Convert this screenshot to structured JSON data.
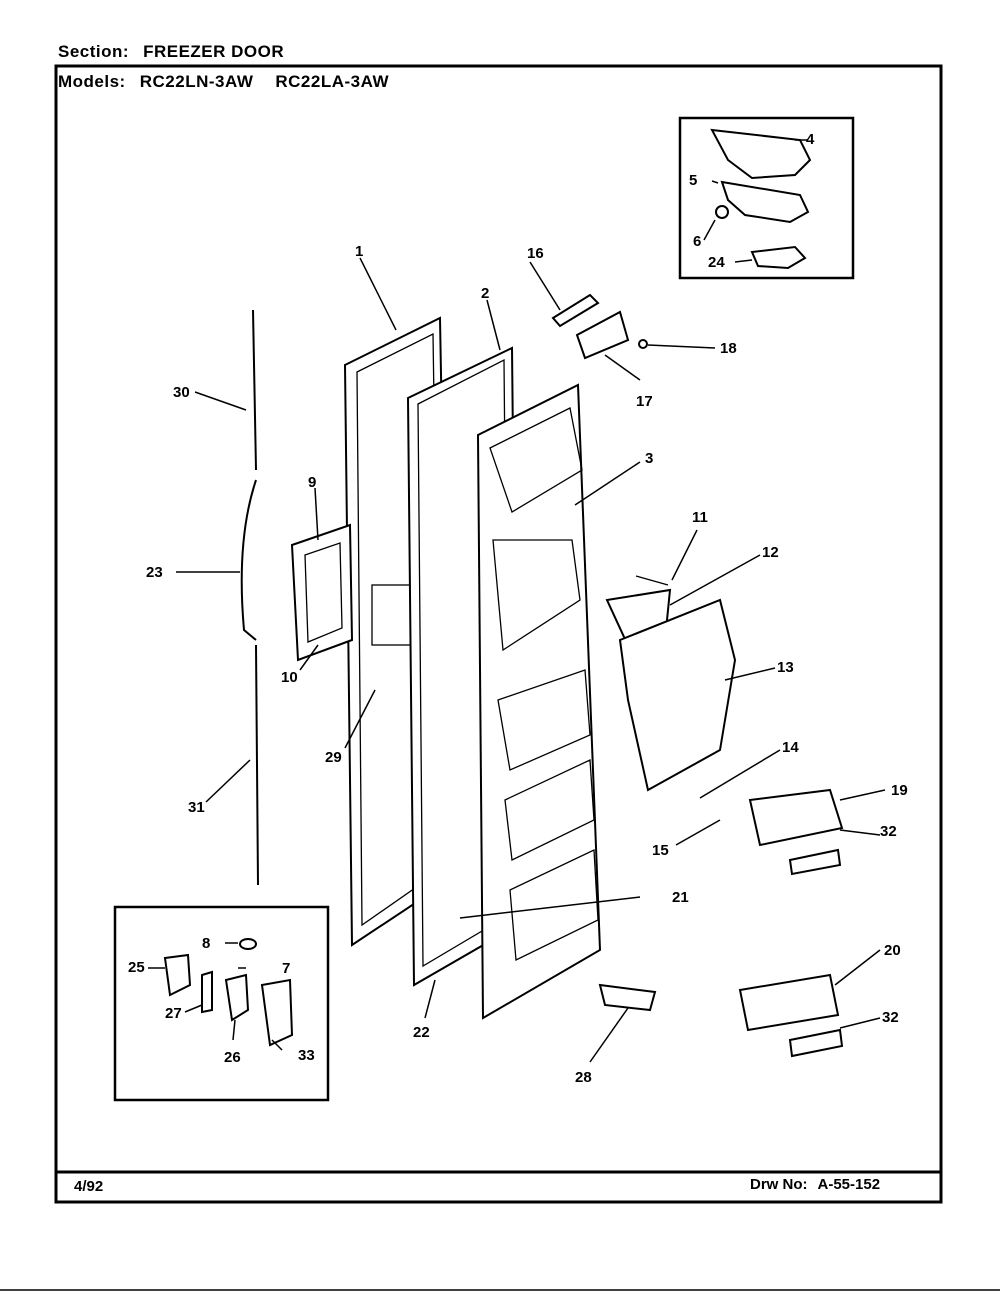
{
  "header": {
    "section_label": "Section:",
    "section_value": "FREEZER DOOR",
    "models_label": "Models:",
    "models": [
      "RC22LN-3AW",
      "RC22LA-3AW"
    ]
  },
  "footer": {
    "date": "4/92",
    "drawing_label": "Drw No:",
    "drawing_number": "A-55-152"
  },
  "callouts": [
    "1",
    "2",
    "3",
    "4",
    "5",
    "6",
    "7",
    "8",
    "9",
    "10",
    "11",
    "12",
    "13",
    "14",
    "15",
    "16",
    "17",
    "18",
    "19",
    "20",
    "21",
    "22",
    "23",
    "24",
    "25",
    "26",
    "27",
    "28",
    "29",
    "30",
    "31",
    "32",
    "32",
    "33"
  ]
}
